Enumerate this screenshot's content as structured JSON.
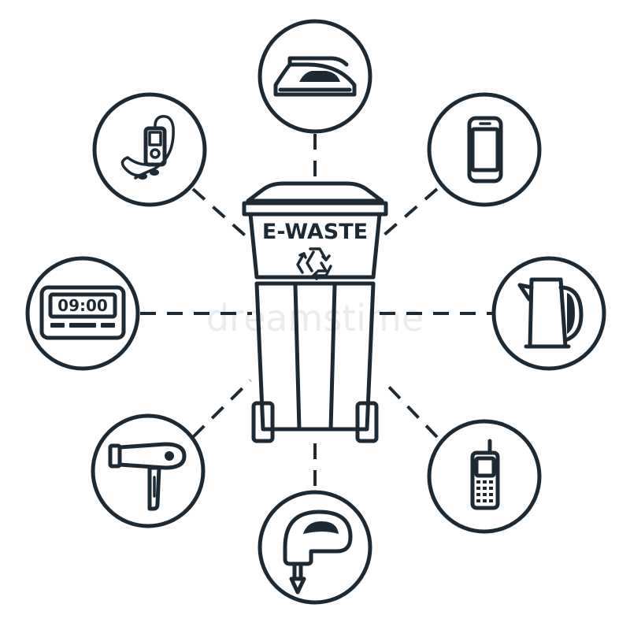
{
  "bin": {
    "label": "E-WASTE",
    "recycle_icon": "recycle-icon"
  },
  "clock": {
    "time": "09:00"
  },
  "watermark": "dreamstime",
  "items": [
    {
      "name": "iron",
      "icon": "iron-icon"
    },
    {
      "name": "smartphone",
      "icon": "smartphone-icon"
    },
    {
      "name": "kettle",
      "icon": "kettle-icon"
    },
    {
      "name": "cell-phone",
      "icon": "cell-phone-icon"
    },
    {
      "name": "hand-mixer",
      "icon": "hand-mixer-icon"
    },
    {
      "name": "hair-dryer",
      "icon": "hair-dryer-icon"
    },
    {
      "name": "digital-clock",
      "icon": "digital-clock-icon"
    },
    {
      "name": "mp3-player",
      "icon": "mp3-player-icon"
    }
  ],
  "colors": {
    "line": "#1d2a33",
    "background": "#ffffff",
    "watermark": "#e9ecee"
  }
}
